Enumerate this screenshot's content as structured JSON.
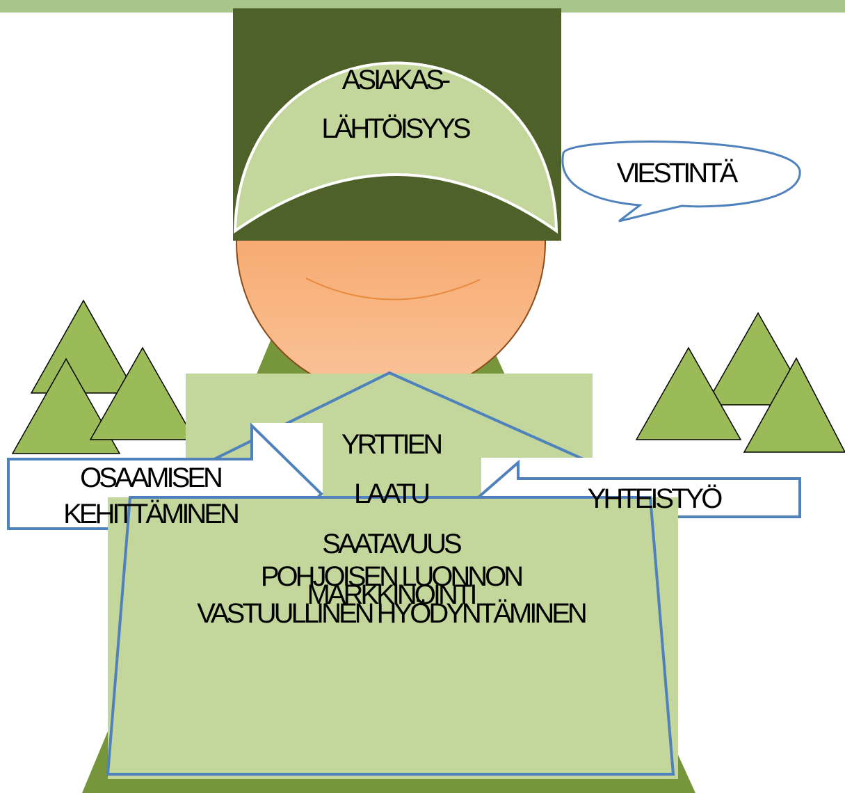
{
  "diagram": {
    "head": {
      "line1": "ASIAKAS-",
      "line2": "LÄHTÖISYYS"
    },
    "speech_bubble": "VIESTINTÄ",
    "house_lines": [
      "YRTTIEN",
      "LAATU",
      "SAATAVUUS",
      "MARKKINOINTI"
    ],
    "left_arrow": {
      "line1": "OSAAMISEN",
      "line2": "KEHITTÄMINEN"
    },
    "right_arrow": "YHTEISTYÖ",
    "base": {
      "line1": "POHJOISEN LUONNON",
      "line2": "VASTUULLINEN HYÖDYNTÄMINEN"
    }
  },
  "colors": {
    "top_bar": "#a8c58a",
    "body_green": "#77963b",
    "cap_dark": "#4e6128",
    "light_green": "#c3d69b",
    "tree_green": "#9bbb59",
    "face_orange": "#f79646",
    "outline_blue": "#4f81bd"
  }
}
